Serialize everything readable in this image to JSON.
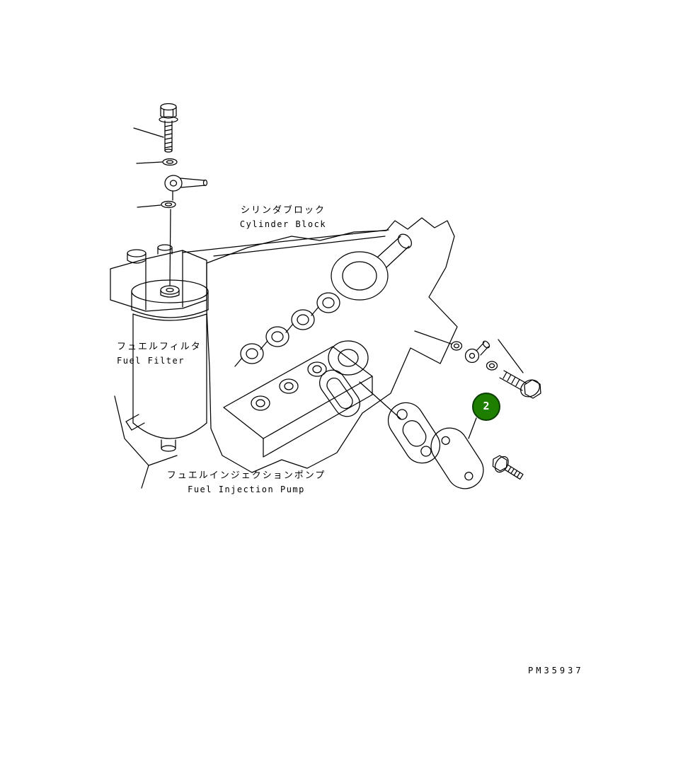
{
  "diagram": {
    "labels": {
      "cylinder_block": {
        "ja": "シリンダブロック",
        "en": "Cylinder Block"
      },
      "fuel_filter": {
        "ja": "フュエルフィルタ",
        "en": "Fuel Filter"
      },
      "fuel_injection_pump": {
        "ja": "フュエルインジェクションポンプ",
        "en": "Fuel Injection Pump"
      }
    },
    "callout": {
      "number": "2",
      "fill": "#1e7e00",
      "ring": "#0b3d00",
      "text_color": "#ffffff"
    },
    "drawing_number": "PM35937",
    "colors": {
      "line": "#000000",
      "background": "#ffffff"
    }
  }
}
